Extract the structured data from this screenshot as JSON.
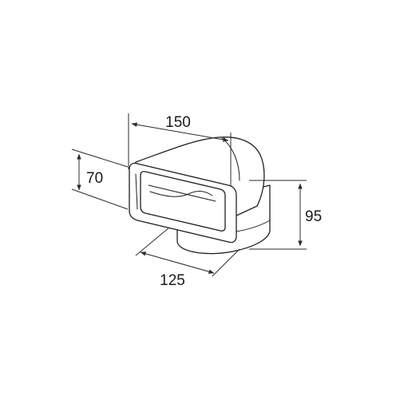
{
  "diagram": {
    "dimensions": {
      "top": "150",
      "left": "70",
      "right": "95",
      "bottom": "125"
    },
    "colors": {
      "line": "#1f1f1f",
      "background": "#ffffff"
    }
  }
}
